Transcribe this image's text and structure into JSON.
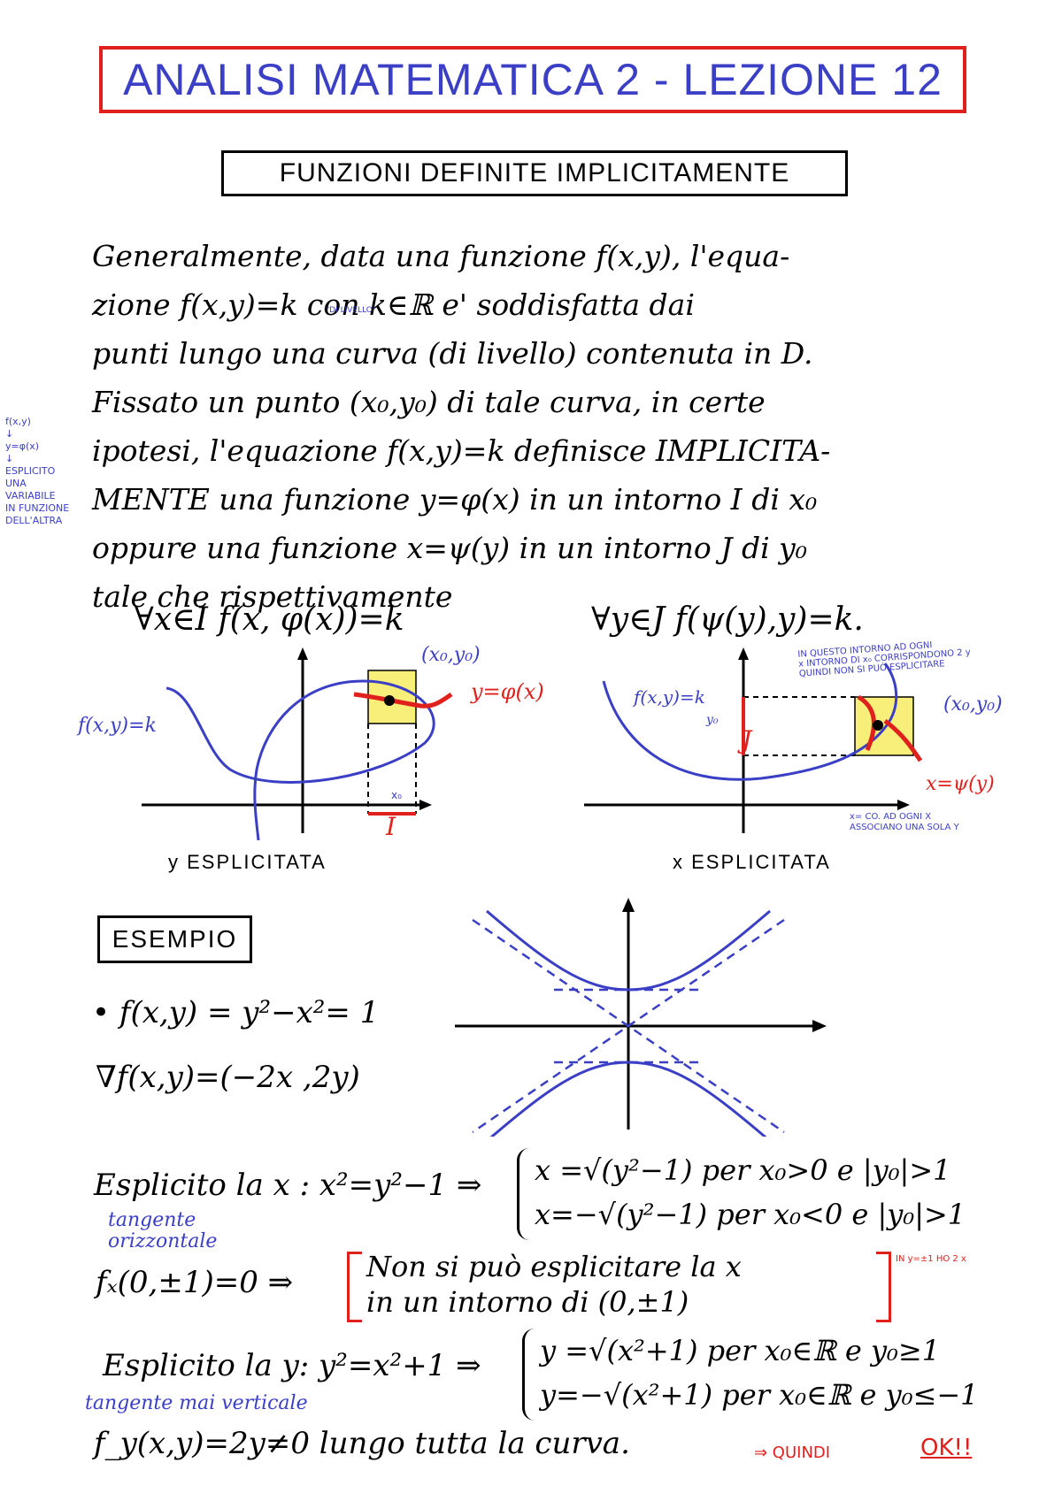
{
  "title": "ANALISI MATEMATICA 2 - LEZIONE 12",
  "subtitle": "FUNZIONI DEFINITE IMPLICITAMENTE",
  "intro_lines": [
    "Generalmente, data una funzione f(x,y), l'equa-",
    "zione f(x,y)=k con k∈ℝ e' soddisfatta dai",
    "punti lungo una curva (di livello) contenuta in D.",
    "Fissato un punto (x₀,y₀) di tale curva, in certe",
    "ipotesi, l'equazione f(x,y)=k definisce IMPLICITA-",
    "MENTE una funzione y=φ(x) in un intorno I di x₀",
    "oppure una funzione x=ψ(y) in un intorno J di y₀",
    "tale che rispettivamente"
  ],
  "intro_note": "\"DI LIVELLO\"",
  "side_note": [
    "f(x,y)",
    "↓",
    "y=φ(x)",
    "↓",
    "ESPLICITO UNA",
    "VARIABILE",
    "IN FUNZIONE",
    "DELL'ALTRA"
  ],
  "left_graph": {
    "formula": "∀x∈I  f(x, φ(x))=k",
    "curve_label": "f(x,y)=k",
    "point_label": "(x₀,y₀)",
    "branch_label": "y=φ(x)",
    "interval_label": "I",
    "x0_label": "x₀",
    "caption": "y ESPLICITATA"
  },
  "right_graph": {
    "formula": "∀y∈J  f(ψ(y),y)=k.",
    "note": [
      "IN QUESTO INTORNO AD OGNI",
      "x INTORNO DI x₀ CORRISPONDONO 2 y",
      "QUINDI NON SI PUÒ ESPLICITARE"
    ],
    "curve_label": "f(x,y)=k",
    "y0_label": "y₀",
    "interval_label": "J",
    "point_label": "(x₀,y₀)",
    "branch_label": "x=ψ(y)",
    "bottom_note": [
      "x= CO. AD OGNI X",
      "ASSOCIANO UNA SOLA Y"
    ],
    "caption": "x ESPLICITATA"
  },
  "example": {
    "box_label": "ESEMPIO",
    "f_def": "• f(x,y) = y²−x²= 1",
    "grad": "∇f(x,y)=(−2x ,2y)",
    "explicit_x_prefix": "Esplicito la x : x²=y²−1 ⇒",
    "explicit_x_cases": [
      "x =√(y²−1)   per x₀>0 e |y₀|>1",
      "x=−√(y²−1)  per x₀<0 e |y₀|>1"
    ],
    "tangent_h": "tangente orizzontale",
    "fx_line": "fₓ(0,±1)=0  ⇒",
    "cannot": [
      "Non si può esplicitare la x",
      "in un intorno di (0,±1)"
    ],
    "cannot_note": "IN y=±1 HO 2 x",
    "explicit_y_prefix": "Esplicito la y:  y²=x²+1 ⇒",
    "explicit_y_cases": [
      "y =√(x²+1)    per x₀∈ℝ e y₀≥1",
      "y=−√(x²+1)  per x₀∈ℝ e y₀≤−1"
    ],
    "tangent_v": "tangente mai verticale",
    "fy_line": "f_y(x,y)=2y≠0 lungo tutta la curva.",
    "conclusion": "⇒ QUINDI",
    "ok": "OK!!"
  },
  "colors": {
    "blue": "#3b3fc6",
    "red": "#e0201c",
    "yellow": "#f7ef7a"
  }
}
